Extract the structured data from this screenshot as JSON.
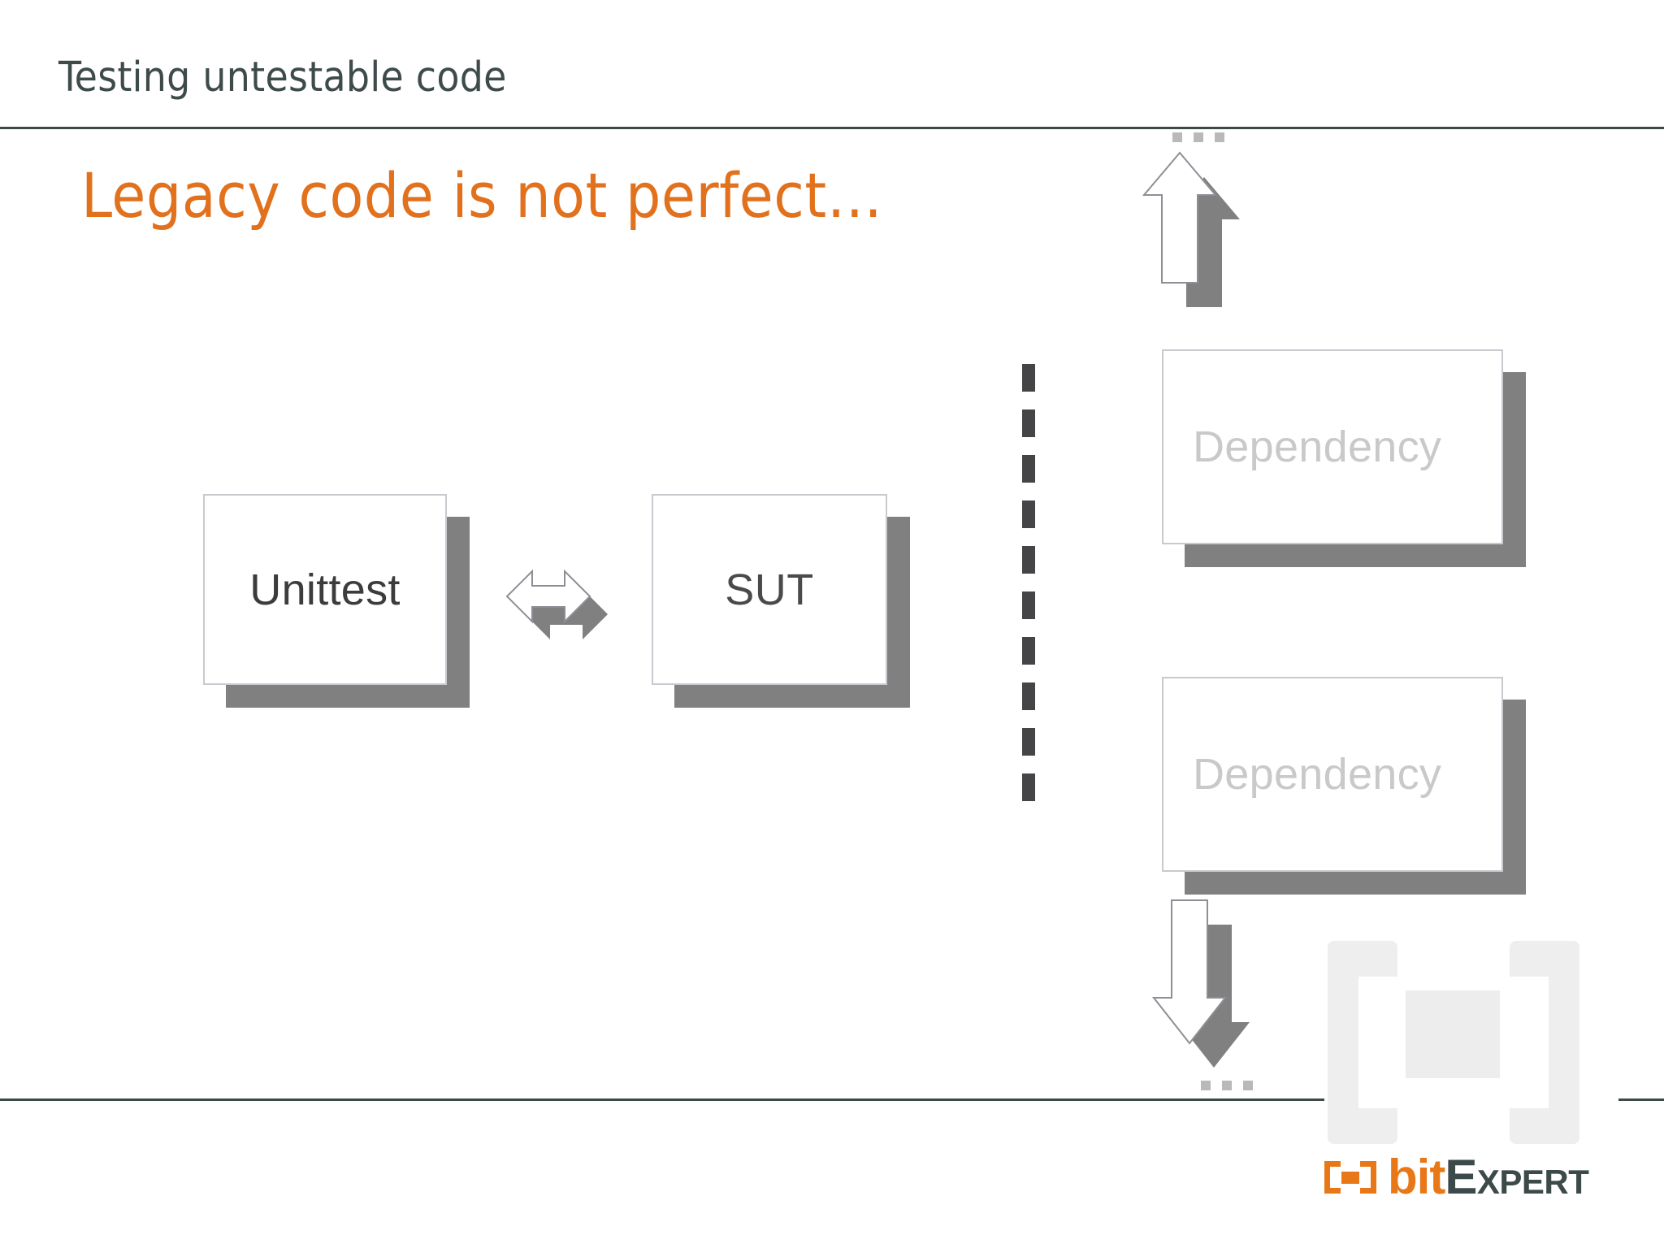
{
  "slide": {
    "header_title": "Testing untestable code",
    "headline": "Legacy code is not perfect…",
    "accent_color": "#e2711d",
    "rule_color": "#3d4a4a",
    "shadow_color": "#808080",
    "box_border_color": "#c9c9cf",
    "dependency_text_color": "#c9c9c9",
    "divider_color": "#454547"
  },
  "diagram": {
    "boxes": [
      {
        "id": "unittest",
        "label": "Unittest"
      },
      {
        "id": "sut",
        "label": "SUT"
      },
      {
        "id": "dependency-1",
        "label": "Dependency"
      },
      {
        "id": "dependency-2",
        "label": "Dependency"
      }
    ],
    "arrows": [
      {
        "id": "up",
        "icon": "arrow-up-icon"
      },
      {
        "id": "bidirectional",
        "icon": "arrow-left-right-icon"
      },
      {
        "id": "down",
        "icon": "arrow-down-icon"
      }
    ],
    "divider": {
      "icon": "dashed-vertical-divider-icon",
      "dash_count": 10
    },
    "ellipsis_top": "…",
    "ellipsis_bottom": "…"
  },
  "logo": {
    "watermark_icon": "bitexpert-bracket-watermark-icon",
    "bracket_icon": "bitexpert-bracket-icon",
    "text_primary": "bit",
    "text_secondary": "Expert",
    "primary_color": "#e87817",
    "secondary_color": "#3d4a4a"
  }
}
